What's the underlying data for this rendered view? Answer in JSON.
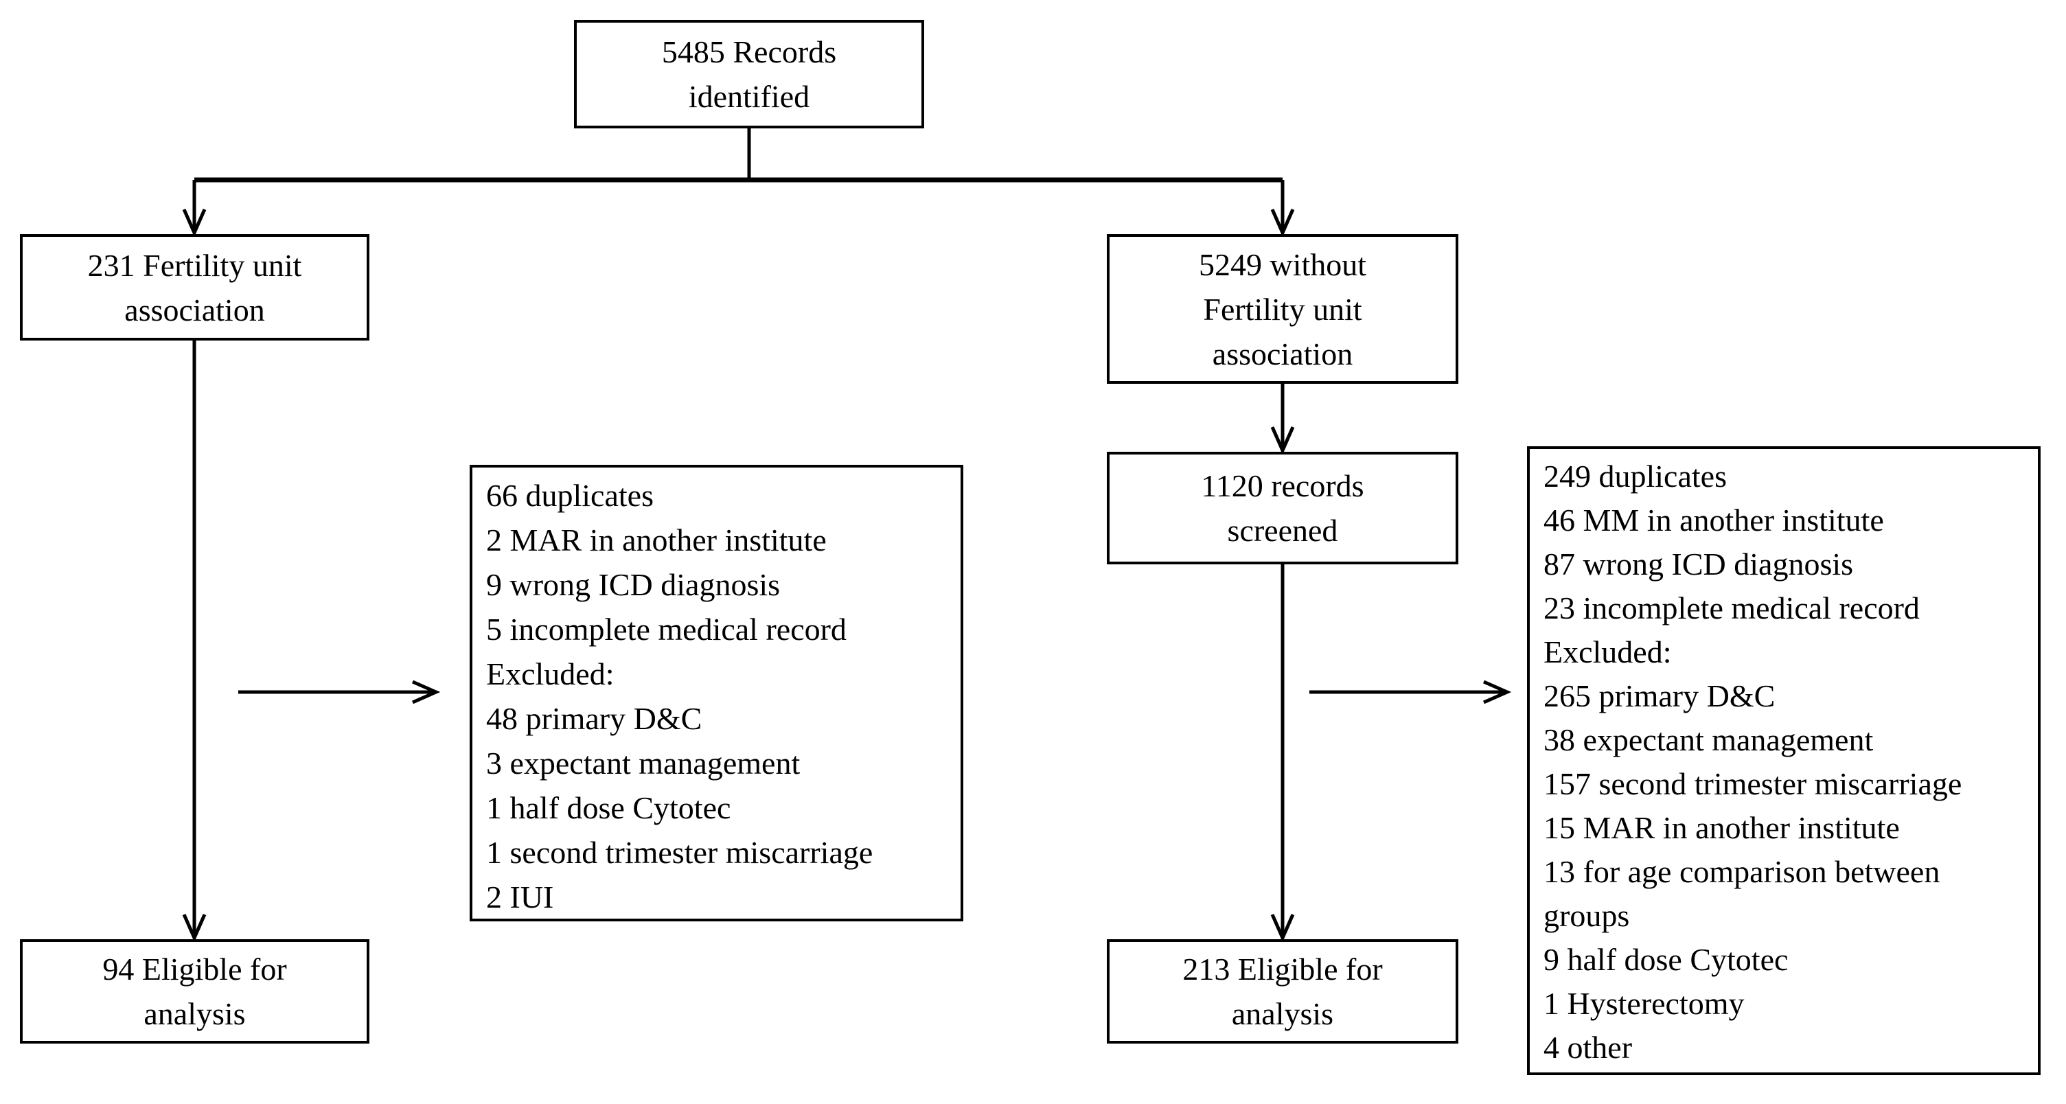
{
  "flowchart": {
    "colors": {
      "line": "#000000",
      "text": "#000000",
      "background": "#ffffff"
    },
    "boxes": {
      "records_identified": "5485 Records\nidentified",
      "fertility_assoc": "231 Fertility unit\nassociation",
      "without_fertility": "5249 without\nFertility unit\nassociation",
      "records_screened": "1120 records\nscreened",
      "eligible_left": "94 Eligible for\nanalysis",
      "eligible_right": "213 Eligible for\nanalysis"
    },
    "left_exclusions": [
      "66 duplicates",
      "2 MAR in another institute",
      "9 wrong ICD diagnosis",
      "5 incomplete medical record",
      "Excluded:",
      "48 primary D&C",
      "3 expectant management",
      "1 half dose Cytotec",
      "1 second trimester miscarriage",
      "2 IUI"
    ],
    "right_exclusions": [
      "249 duplicates",
      "46 MM in another institute",
      "87 wrong ICD diagnosis",
      "23 incomplete medical record",
      "Excluded:",
      "265 primary D&C",
      "38 expectant management",
      "157 second trimester miscarriage",
      "15 MAR in another institute",
      "13 for age comparison between groups",
      "9 half dose Cytotec",
      "1 Hysterectomy",
      "4 other"
    ]
  }
}
